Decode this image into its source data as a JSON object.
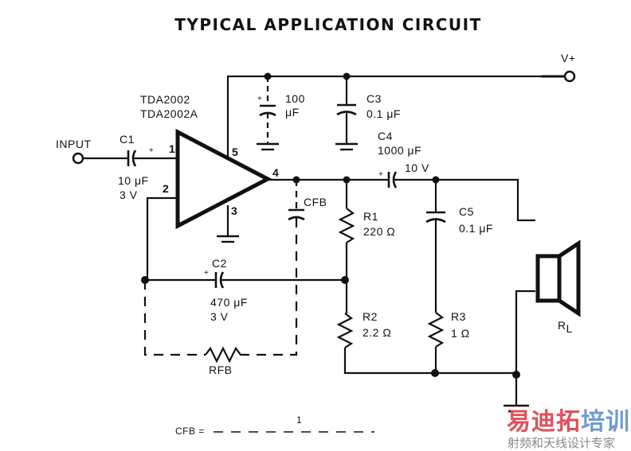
{
  "title": "TYPICAL APPLICATION CIRCUIT",
  "ic": {
    "part_line1": "TDA2002",
    "part_line2": "TDA2002A",
    "pins": [
      "1",
      "2",
      "3",
      "4",
      "5"
    ]
  },
  "input": {
    "label": "INPUT"
  },
  "supply": {
    "label": "V+"
  },
  "components": {
    "c1": {
      "name": "C1",
      "value": "10 μF",
      "voltage": "3 V",
      "polarity": "+"
    },
    "c_supply": {
      "value_line1": "100",
      "value_line2": "μF",
      "polarity": "+"
    },
    "c3": {
      "name": "C3",
      "value": "0.1 μF"
    },
    "c4": {
      "name": "C4",
      "value": "1000 μF",
      "voltage": "10 V",
      "polarity": "+"
    },
    "cfb": {
      "name": "CFB"
    },
    "r1": {
      "name": "R1",
      "value": "220 Ω"
    },
    "c5": {
      "name": "C5",
      "value": "0.1 μF"
    },
    "c2": {
      "name": "C2",
      "value": "470 μF",
      "voltage": "3 V",
      "polarity": "+"
    },
    "r2": {
      "name": "R2",
      "value": "2.2 Ω"
    },
    "r3": {
      "name": "R3",
      "value": "1 Ω"
    },
    "rfb": {
      "name": "RFB"
    },
    "load": {
      "name": "R",
      "subscript": "L"
    }
  },
  "formula": {
    "lhs": "CFB =",
    "numerator": "1"
  },
  "watermark": {
    "chars": [
      {
        "text": "易",
        "color": "#e0505a"
      },
      {
        "text": "迪",
        "color": "#e0505a"
      },
      {
        "text": "拓",
        "color": "#e0505a"
      },
      {
        "text": "培",
        "color": "#6f9bd1"
      },
      {
        "text": "训",
        "color": "#6f9bd1"
      }
    ],
    "subtitle": "射频和天线设计专家"
  }
}
